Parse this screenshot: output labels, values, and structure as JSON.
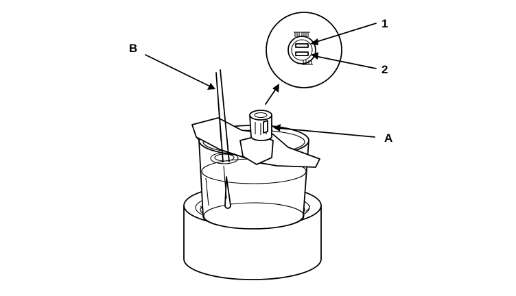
{
  "labels": {
    "callout_1": "1",
    "callout_2": "2",
    "callout_a": "A",
    "callout_b": "B"
  }
}
